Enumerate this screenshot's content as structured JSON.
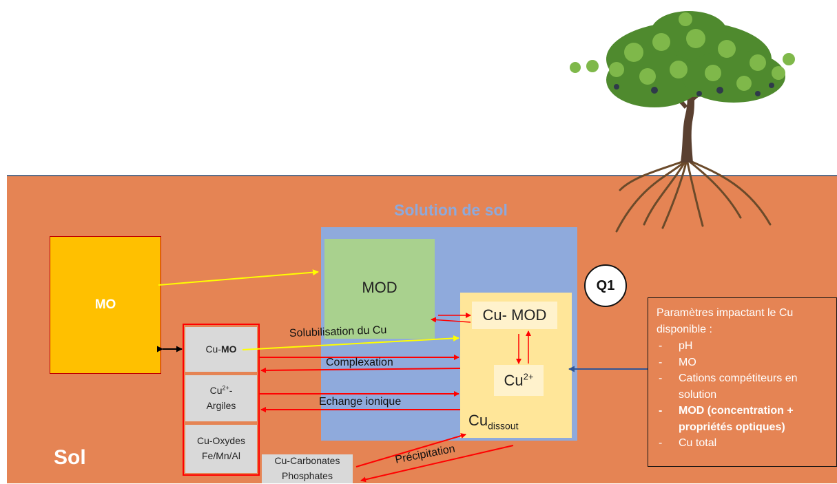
{
  "soil": {
    "label": "Sol"
  },
  "mo_box": {
    "label": "MO"
  },
  "solution": {
    "title": "Solution de sol"
  },
  "mod": {
    "label": "MOD"
  },
  "cu_mod": {
    "label": "Cu- MOD"
  },
  "cu2": {
    "base": "Cu",
    "charge": "2+"
  },
  "cu_dissout": {
    "base": "Cu",
    "sub": "dissout"
  },
  "solid_phases": {
    "cu_mo": {
      "prefix": "Cu-",
      "bold": "MO"
    },
    "cu_argiles": {
      "base": "Cu",
      "charge": "2+",
      "dash": "-",
      "line2": "Argiles"
    },
    "cu_oxydes": {
      "line1": "Cu-Oxydes",
      "line2": "Fe/Mn/Al"
    },
    "cu_carbonates": {
      "line1": "Cu-Carbonates",
      "line2": "Phosphates"
    }
  },
  "processes": {
    "solubilisation": "Solubilisation du Cu",
    "complexation": "Complexation",
    "echange": "Echange ionique",
    "precipitation": "Précipitation"
  },
  "q1": "Q1",
  "params": {
    "intro": "Paramètres impactant le Cu disponible :",
    "items": [
      {
        "text": "pH",
        "bold": false
      },
      {
        "text": "MO",
        "bold": false
      },
      {
        "text": "Cations compétiteurs en solution",
        "bold": false
      },
      {
        "text": "MOD (concentration + propriétés optiques)",
        "bold": true
      },
      {
        "text": "Cu total",
        "bold": false
      }
    ]
  },
  "colors": {
    "soil": "#E58454",
    "solution": "#8FAADC",
    "mo": "#FFC000",
    "mod": "#A9D18E",
    "cu_dissout": "#FFE699",
    "red_arrow": "#FF0000",
    "yellow_arrow": "#FFFF00",
    "blue_arrow": "#2F5597"
  },
  "icons": {
    "tree": "grapevine-illustration"
  }
}
